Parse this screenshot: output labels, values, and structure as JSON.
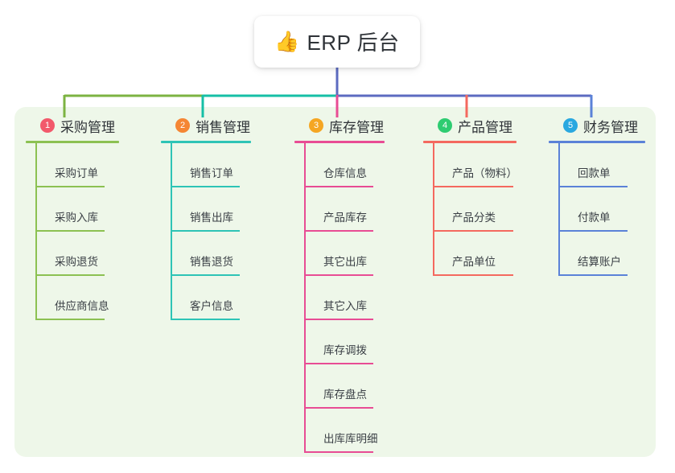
{
  "page": {
    "background_color": "#ffffff",
    "panel_color": "#eef7e9"
  },
  "root": {
    "icon": "thumbs-up-icon",
    "emoji": "👍",
    "title": "ERP 后台"
  },
  "connector": {
    "root_stem_color": "#5c6bc0",
    "bus_segment_colors": [
      "#7cb342",
      "#16bfa6",
      "#5c6bc0"
    ]
  },
  "columns": [
    {
      "number": "1",
      "badge_color": "#f2596b",
      "line_color": "#8cc152",
      "title": "采购管理",
      "items": [
        {
          "label": "采购订单"
        },
        {
          "label": "采购入库"
        },
        {
          "label": "采购退货"
        },
        {
          "label": "供应商信息"
        }
      ]
    },
    {
      "number": "2",
      "badge_color": "#f58634",
      "line_color": "#2ec4b6",
      "title": "销售管理",
      "items": [
        {
          "label": "销售订单"
        },
        {
          "label": "销售出库"
        },
        {
          "label": "销售退货"
        },
        {
          "label": "客户信息"
        }
      ]
    },
    {
      "number": "3",
      "badge_color": "#f5a623",
      "line_color": "#e84c94",
      "title": "库存管理",
      "items": [
        {
          "label": "仓库信息"
        },
        {
          "label": "产品库存"
        },
        {
          "label": "其它出库"
        },
        {
          "label": "其它入库"
        },
        {
          "label": "库存调拨"
        },
        {
          "label": "库存盘点"
        },
        {
          "label": "出库库明细"
        }
      ]
    },
    {
      "number": "4",
      "badge_color": "#2ecc71",
      "line_color": "#f4695f",
      "title": "产品管理",
      "items": [
        {
          "label": "产品（物料）"
        },
        {
          "label": "产品分类"
        },
        {
          "label": "产品单位"
        }
      ]
    },
    {
      "number": "5",
      "badge_color": "#29a8e0",
      "line_color": "#5b82d8",
      "title": "财务管理",
      "items": [
        {
          "label": "回款单"
        },
        {
          "label": "付款单"
        },
        {
          "label": "结算账户"
        }
      ]
    }
  ]
}
